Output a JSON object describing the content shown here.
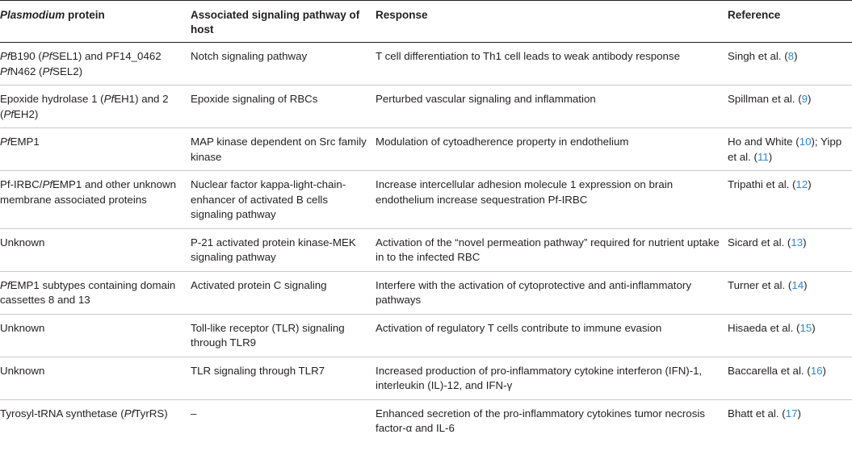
{
  "table": {
    "headers": {
      "protein": "Plasmodium protein",
      "pathway": "Associated signaling pathway of host",
      "response": "Response",
      "reference": "Reference"
    },
    "rows": [
      {
        "protein": [
          {
            "t": "Pf",
            "i": true
          },
          {
            "t": "B190 ("
          },
          {
            "t": "Pf",
            "i": true
          },
          {
            "t": "SEL1) and PF14_0462 "
          },
          {
            "t": "Pf",
            "i": true
          },
          {
            "t": "N462 ("
          },
          {
            "t": "Pf",
            "i": true
          },
          {
            "t": "SEL2)"
          }
        ],
        "pathway": "Notch signaling pathway",
        "response": "T cell differentiation to Th1 cell leads to weak antibody response",
        "reference": [
          {
            "t": "Singh et al. ("
          },
          {
            "t": "8",
            "c": true
          },
          {
            "t": ")"
          }
        ]
      },
      {
        "protein": [
          {
            "t": "Epoxide hydrolase 1 ("
          },
          {
            "t": "Pf",
            "i": true
          },
          {
            "t": "EH1) and 2 ("
          },
          {
            "t": "Pf",
            "i": true
          },
          {
            "t": "EH2)"
          }
        ],
        "pathway": "Epoxide signaling of RBCs",
        "response": "Perturbed vascular signaling and inflammation",
        "reference": [
          {
            "t": "Spillman et al. ("
          },
          {
            "t": "9",
            "c": true
          },
          {
            "t": ")"
          }
        ]
      },
      {
        "protein": [
          {
            "t": "Pf",
            "i": true
          },
          {
            "t": "EMP1"
          }
        ],
        "pathway": "MAP kinase dependent on Src family kinase",
        "response": "Modulation of cytoadherence property in endothelium",
        "reference": [
          {
            "t": "Ho and White ("
          },
          {
            "t": "10",
            "c": true
          },
          {
            "t": "); Yipp et al. ("
          },
          {
            "t": "11",
            "c": true
          },
          {
            "t": ")"
          }
        ]
      },
      {
        "protein": [
          {
            "t": "Pf-IRBC/"
          },
          {
            "t": "Pf",
            "i": true
          },
          {
            "t": "EMP1 and other unknown membrane associated proteins"
          }
        ],
        "pathway": "Nuclear factor kappa-light-chain-enhancer of activated B cells signaling pathway",
        "response": "Increase intercellular adhesion molecule 1 expression on brain endothelium increase sequestration Pf-IRBC",
        "reference": [
          {
            "t": "Tripathi et al. ("
          },
          {
            "t": "12",
            "c": true
          },
          {
            "t": ")"
          }
        ]
      },
      {
        "protein": [
          {
            "t": "Unknown"
          }
        ],
        "pathway": "P-21 activated protein kinase-MEK signaling pathway",
        "response": "Activation of the “novel permeation pathway” required for nutrient uptake in to the infected RBC",
        "reference": [
          {
            "t": "Sicard et al. ("
          },
          {
            "t": "13",
            "c": true
          },
          {
            "t": ")"
          }
        ]
      },
      {
        "protein": [
          {
            "t": "Pf",
            "i": true
          },
          {
            "t": "EMP1 subtypes containing domain cassettes 8 and 13"
          }
        ],
        "pathway": "Activated protein C signaling",
        "response": "Interfere with the activation of cytoprotective and anti-inflammatory pathways",
        "reference": [
          {
            "t": "Turner et al. ("
          },
          {
            "t": "14",
            "c": true
          },
          {
            "t": ")"
          }
        ]
      },
      {
        "protein": [
          {
            "t": "Unknown"
          }
        ],
        "pathway": "Toll-like receptor (TLR) signaling through TLR9",
        "response": "Activation of regulatory T cells contribute to immune evasion",
        "reference": [
          {
            "t": "Hisaeda et al. ("
          },
          {
            "t": "15",
            "c": true
          },
          {
            "t": ")"
          }
        ]
      },
      {
        "protein": [
          {
            "t": "Unknown"
          }
        ],
        "pathway": "TLR signaling through TLR7",
        "response": "Increased production of pro-inflammatory cytokine interferon (IFN)-1, interleukin (IL)-12, and IFN-γ",
        "reference": [
          {
            "t": "Baccarella et al. ("
          },
          {
            "t": "16",
            "c": true
          },
          {
            "t": ")"
          }
        ]
      },
      {
        "protein": [
          {
            "t": "Tyrosyl-tRNA synthetase ("
          },
          {
            "t": "Pf",
            "i": true
          },
          {
            "t": "TyrRS)"
          }
        ],
        "pathway": "–",
        "response": "Enhanced secretion of the pro-inflammatory cytokines tumor necrosis factor-α and IL-6",
        "reference": [
          {
            "t": "Bhatt et al. ("
          },
          {
            "t": "17",
            "c": true
          },
          {
            "t": ")"
          }
        ]
      }
    ],
    "colors": {
      "citation_link": "#2e8acb",
      "text": "#231f20",
      "row_divider": "#c9c9c9"
    }
  }
}
